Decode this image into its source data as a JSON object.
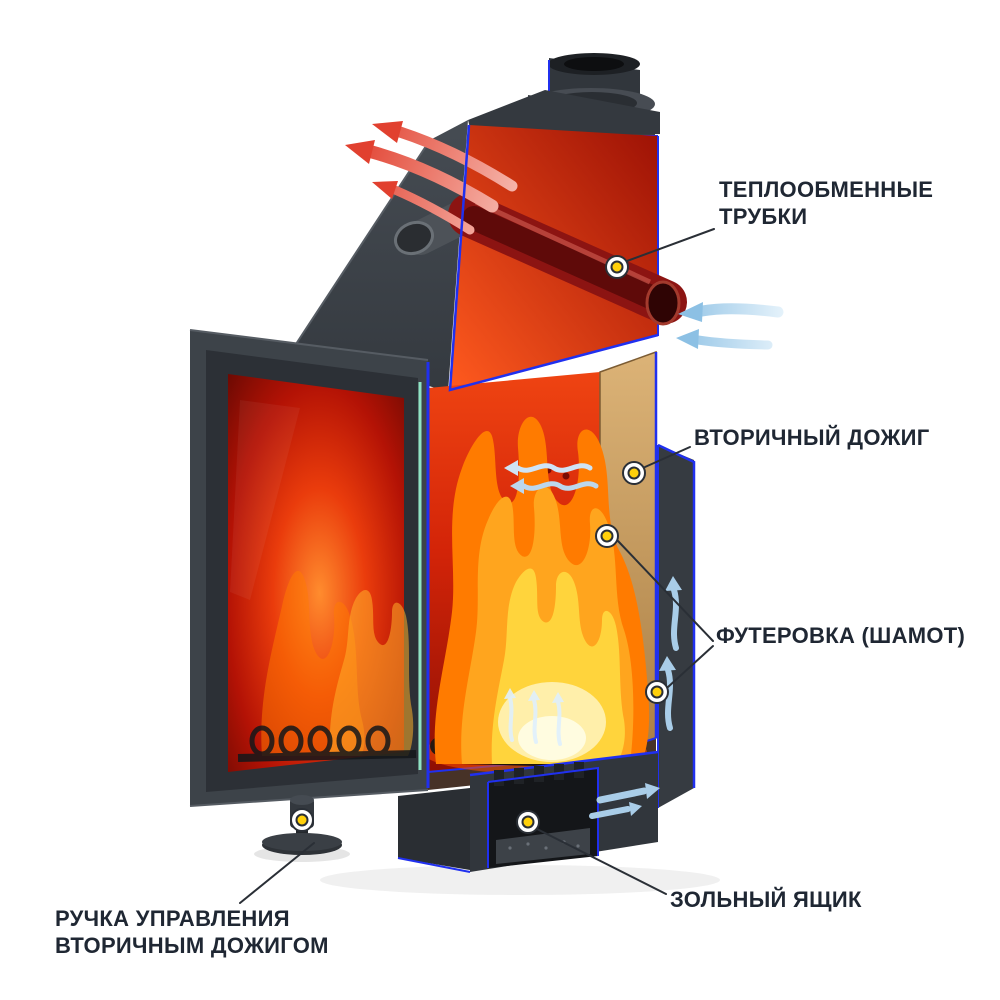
{
  "colors": {
    "background": "#ffffff",
    "edge_blue": "#2030ef",
    "marker_yellow": "#ffd00a",
    "marker_ring": "#ffffff",
    "marker_outline": "#2a2f36",
    "label_text": "#1f2733",
    "steel_dark": "#3d4349",
    "interior_red": "#c41607",
    "chamotte_tan": "#c79e60",
    "flame_orange": "#ff8c00",
    "warm_air_arrow": "#e2493a",
    "cold_air_arrow": "#a9cde8",
    "glass_edge_green": "#8fe3c4"
  },
  "callouts": [
    {
      "id": "heat-exchange-tubes",
      "lines": [
        "ТЕПЛООБМЕННЫЕ",
        "ТРУБКИ"
      ]
    },
    {
      "id": "secondary-afterburn",
      "lines": [
        "ВТОРИЧНЫЙ ДОЖИГ"
      ]
    },
    {
      "id": "lining-chamotte",
      "lines": [
        "ФУТЕРОВКА (ШАМОТ)"
      ]
    },
    {
      "id": "ash-box",
      "lines": [
        "ЗОЛЬНЫЙ ЯЩИК"
      ]
    },
    {
      "id": "afterburn-control-handle",
      "lines": [
        "РУЧКА УПРАВЛЕНИЯ",
        "ВТОРИЧНЫМ ДОЖИГОМ"
      ]
    }
  ]
}
